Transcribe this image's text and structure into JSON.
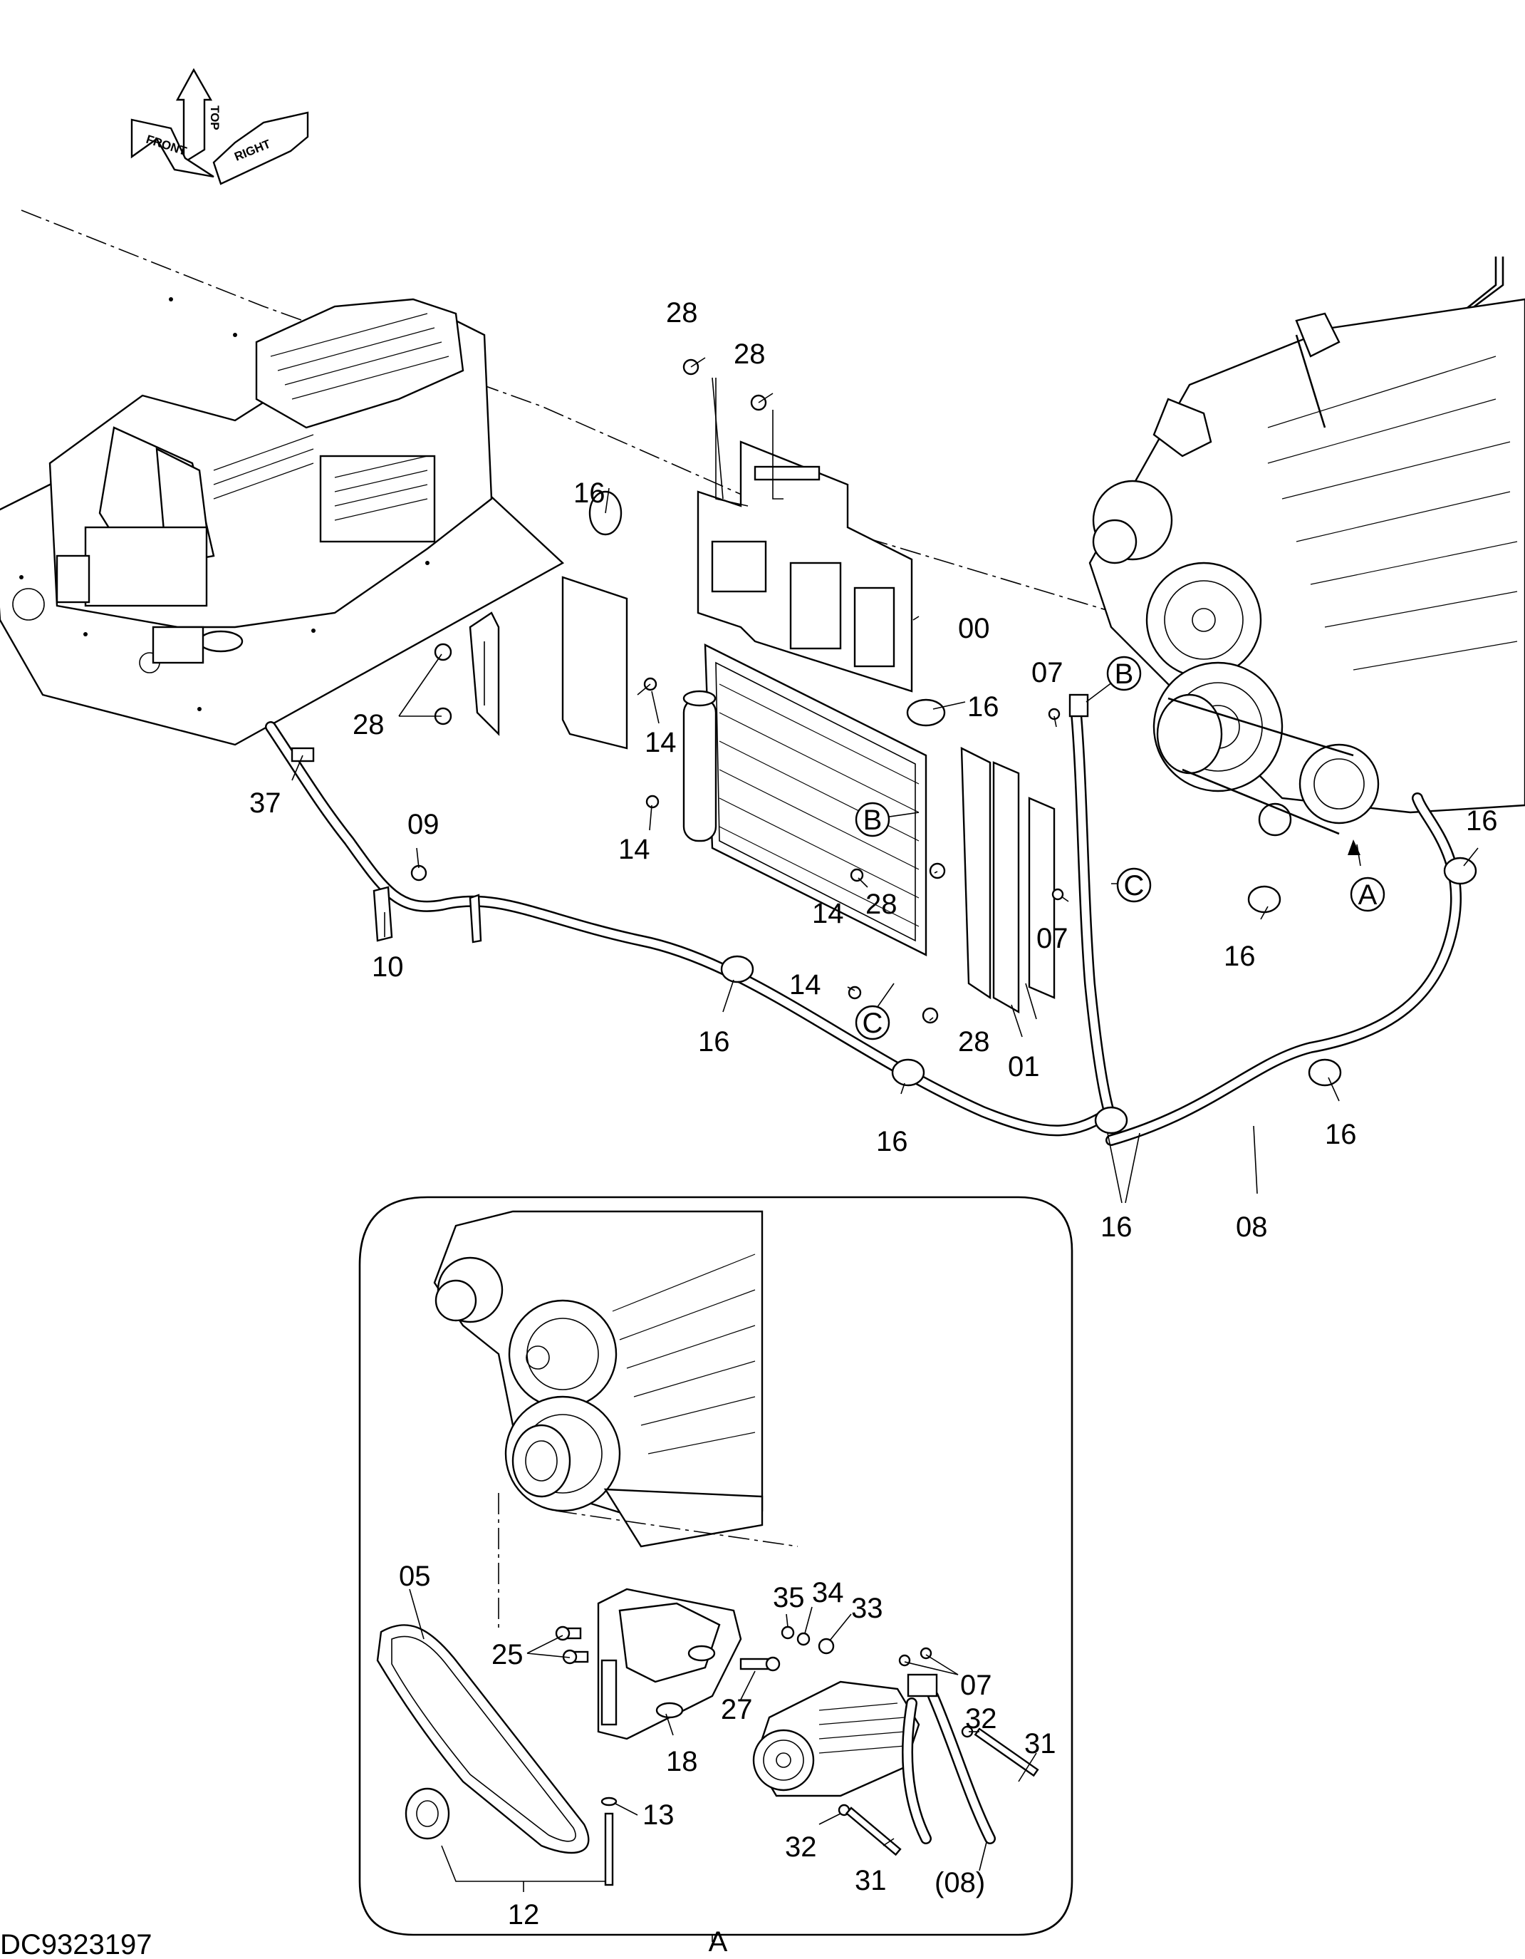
{
  "orientation": {
    "top": "TOP",
    "front": "FRONT",
    "right": "RIGHT"
  },
  "drawing_id": "DC9323197",
  "detail": {
    "label": "A",
    "callout": "A"
  },
  "callouts": {
    "b": "B",
    "c": "C"
  },
  "part_numbers": {
    "p00": "00",
    "p01": "01",
    "p05": "05",
    "p07": "07",
    "p08": "08",
    "p08_ref": "(08)",
    "p09": "09",
    "p10": "10",
    "p12": "12",
    "p13": "13",
    "p14": "14",
    "p16": "16",
    "p18": "18",
    "p25": "25",
    "p27": "27",
    "p28": "28",
    "p31": "31",
    "p32": "32",
    "p33": "33",
    "p34": "34",
    "p35": "35",
    "p37": "37"
  },
  "icons": [
    "orientation-arrows-icon"
  ]
}
